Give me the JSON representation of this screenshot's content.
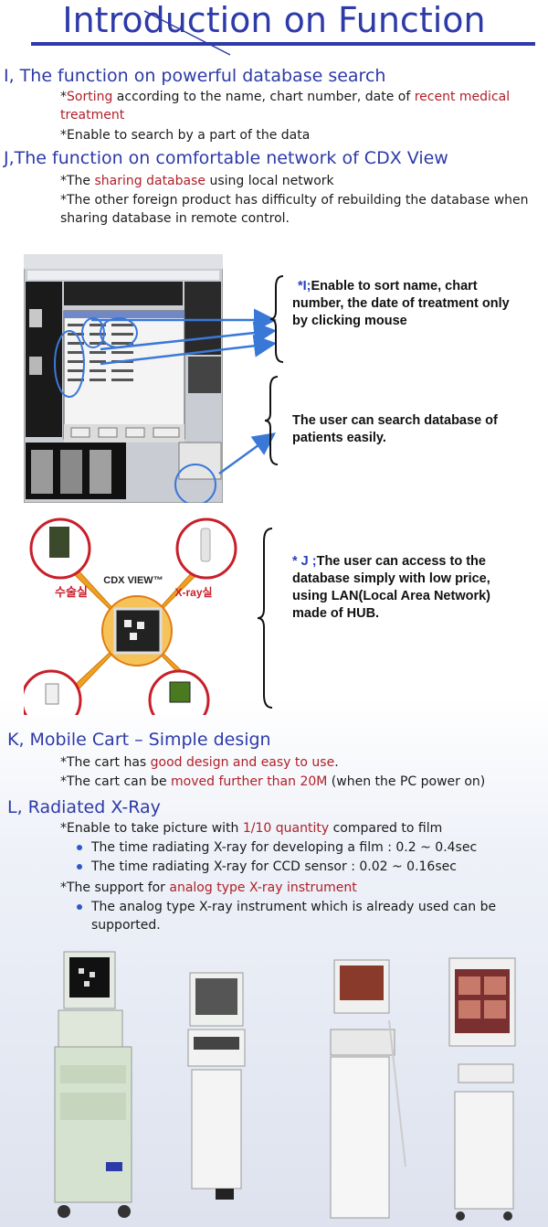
{
  "title": "Introduction on Function",
  "sections": {
    "i": {
      "heading": "I, The function on powerful database search",
      "b1_prefix": "*",
      "b1_red1": "Sorting",
      "b1_mid": " according to the name, chart number, date of ",
      "b1_red2": "recent medical treatment",
      "b2": "*Enable to search by a part of the data"
    },
    "j": {
      "heading": "J,The function on comfortable network of CDX View",
      "b1_prefix": "*The ",
      "b1_red": "sharing database",
      "b1_suffix": " using local network",
      "b2": "*The other foreign product has difficulty of rebuilding the database when sharing database in remote control."
    },
    "k": {
      "heading": "K,  Mobile Cart – Simple design",
      "b1_prefix": "*The cart has ",
      "b1_red": "good design and easy to use",
      "b1_suffix": ".",
      "b2_prefix": "*The cart can be ",
      "b2_red": "moved further than 20M",
      "b2_suffix": " (when the PC power on)"
    },
    "l": {
      "heading": "L,  Radiated X-Ray",
      "b1_prefix": "*Enable to take picture with ",
      "b1_red": "1/10 quantity",
      "b1_suffix": " compared to film",
      "sub1": "The time radiating X-ray for developing a film : 0.2 ~ 0.4sec",
      "sub2": "The time radiating X-ray for CCD sensor : 0.02 ~ 0.16sec",
      "b2_prefix": "*The support for ",
      "b2_red": "analog type X-ray instrument",
      "sub3": "The analog type X-ray instrument which is already used can be supported."
    }
  },
  "notes": {
    "note_i_star": "*I;",
    "note_i_text": "Enable to sort name, chart number, the date of treatment only by clicking mouse",
    "note_search": "The user can search database of patients easily.",
    "note_j_star": "* J ;",
    "note_j_text": "The user can access to the database simply with low price, using LAN(Local Area Network) made of HUB."
  },
  "diagram": {
    "center_label": "CDX VIEW™",
    "left_room": "수술실",
    "right_room": "X-ray실"
  },
  "colors": {
    "heading": "#2d3aa8",
    "highlight": "#b0202a",
    "arrow": "#3a78d8",
    "bullet": "#2a58d0"
  }
}
